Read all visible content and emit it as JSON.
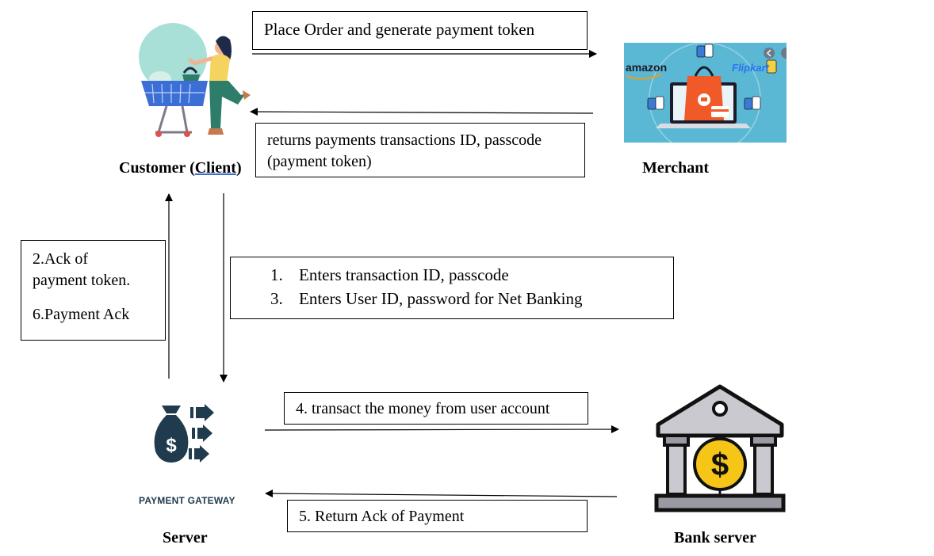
{
  "boxes": {
    "place_order": "Place Order and generate payment token",
    "returns_token": "returns payments transactions ID, passcode (payment token)",
    "ack_token_line1": "2.Ack of",
    "ack_token_line2": "payment token.",
    "payment_ack": "6.Payment Ack",
    "steps": [
      {
        "num": "1.",
        "text": "Enters transaction ID, passcode"
      },
      {
        "num": "3.",
        "text": "Enters User ID, password for Net Banking"
      }
    ],
    "transact": "4. transact the money from user account",
    "return_ack": "5. Return Ack of Payment"
  },
  "nodes": {
    "customer_prefix": "Customer (",
    "customer_client": "Client",
    "customer_suffix": ")",
    "merchant": "Merchant",
    "server": "Server",
    "bank_server": "Bank server"
  },
  "logos": {
    "payment_gateway": "PAYMENT GATEWAY",
    "amazon": "amazon",
    "flipkart": "Flipkart"
  },
  "icons": {
    "customer": "shopping-customer-icon",
    "merchant": "ecommerce-merchant-icon",
    "gateway": "money-bag-gateway-icon",
    "bank": "bank-building-icon"
  },
  "colors": {
    "gateway_dark": "#1f3b4d",
    "bank_gold": "#f5c518",
    "merchant_bg": "#5bb8d4",
    "bag_orange": "#f05a28"
  }
}
